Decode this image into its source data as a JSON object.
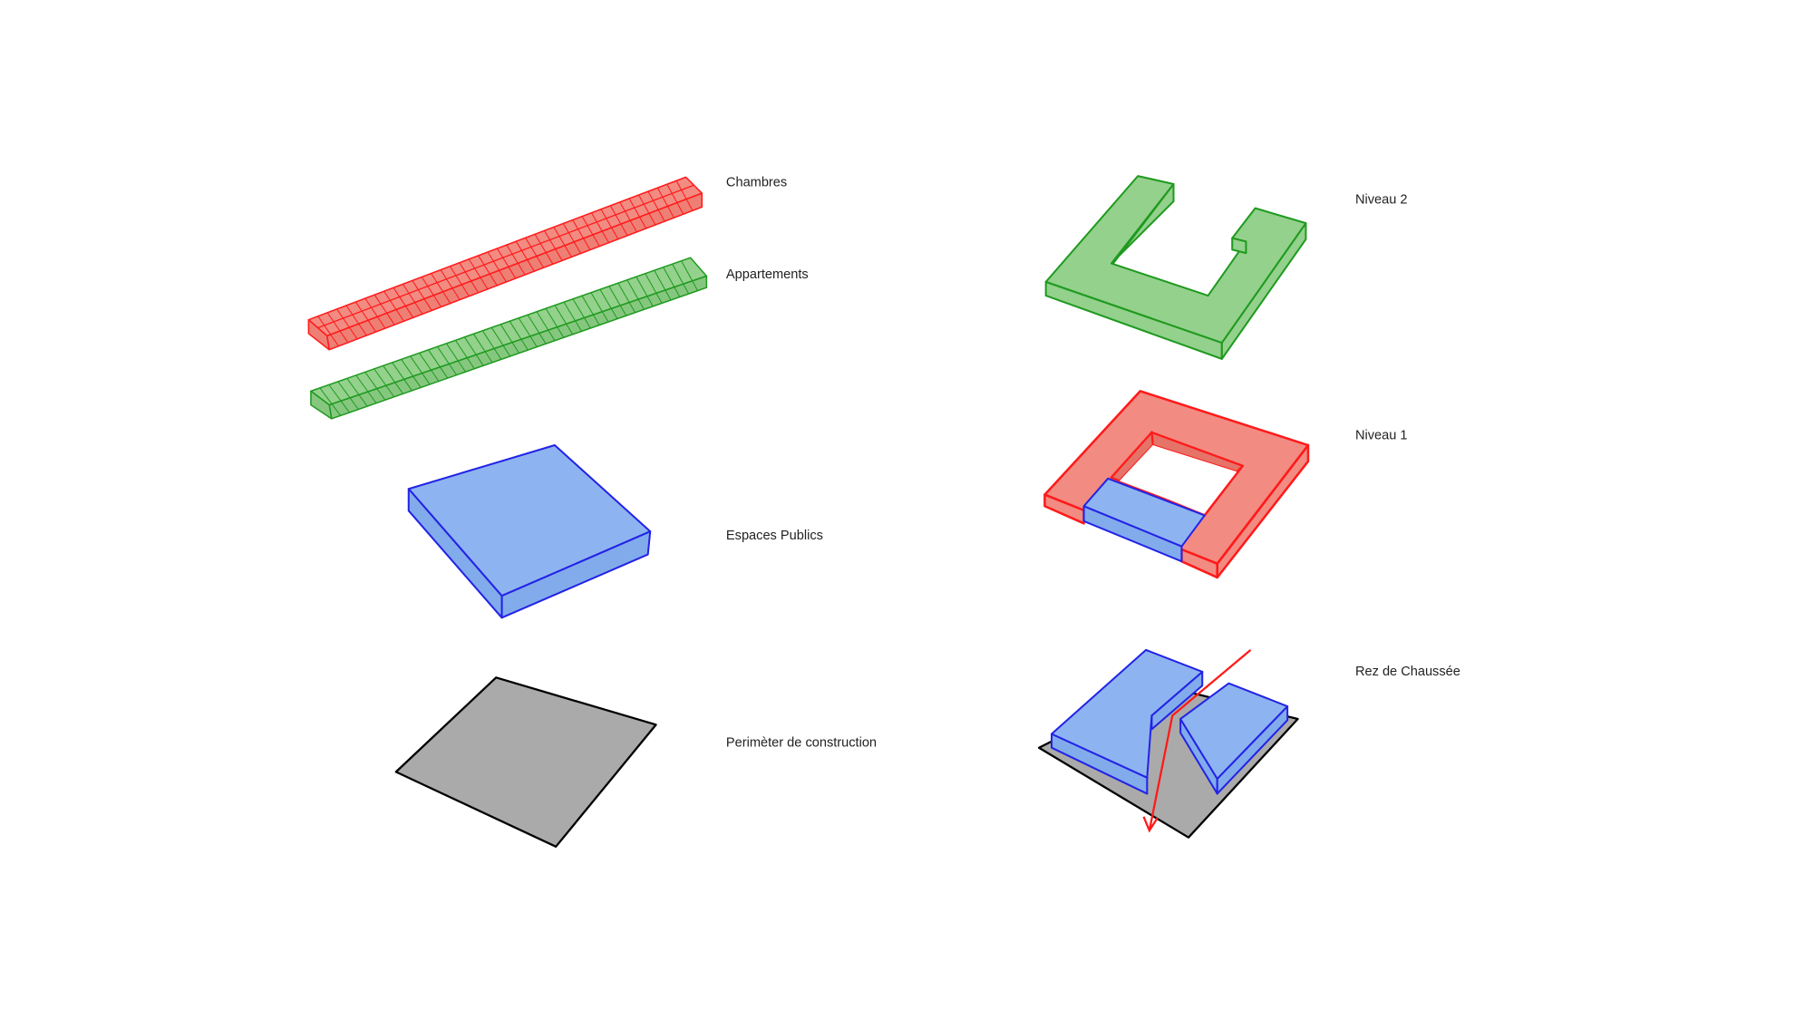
{
  "labels": {
    "chambres": "Chambres",
    "appartements": "Appartements",
    "espaces_publics": "Espaces Publics",
    "perimetre": "Perimèter de construction",
    "niveau_2": "Niveau 2",
    "niveau_1": "Niveau 1",
    "rez_de_chaussee": "Rez de Chaussée"
  },
  "colors": {
    "chambres": "#f28b82",
    "appartements": "#93d18c",
    "espaces_publics": "#8db4f0",
    "perimetre": "#aaaaaa",
    "circulation_arrow": "#ff1a1a"
  }
}
